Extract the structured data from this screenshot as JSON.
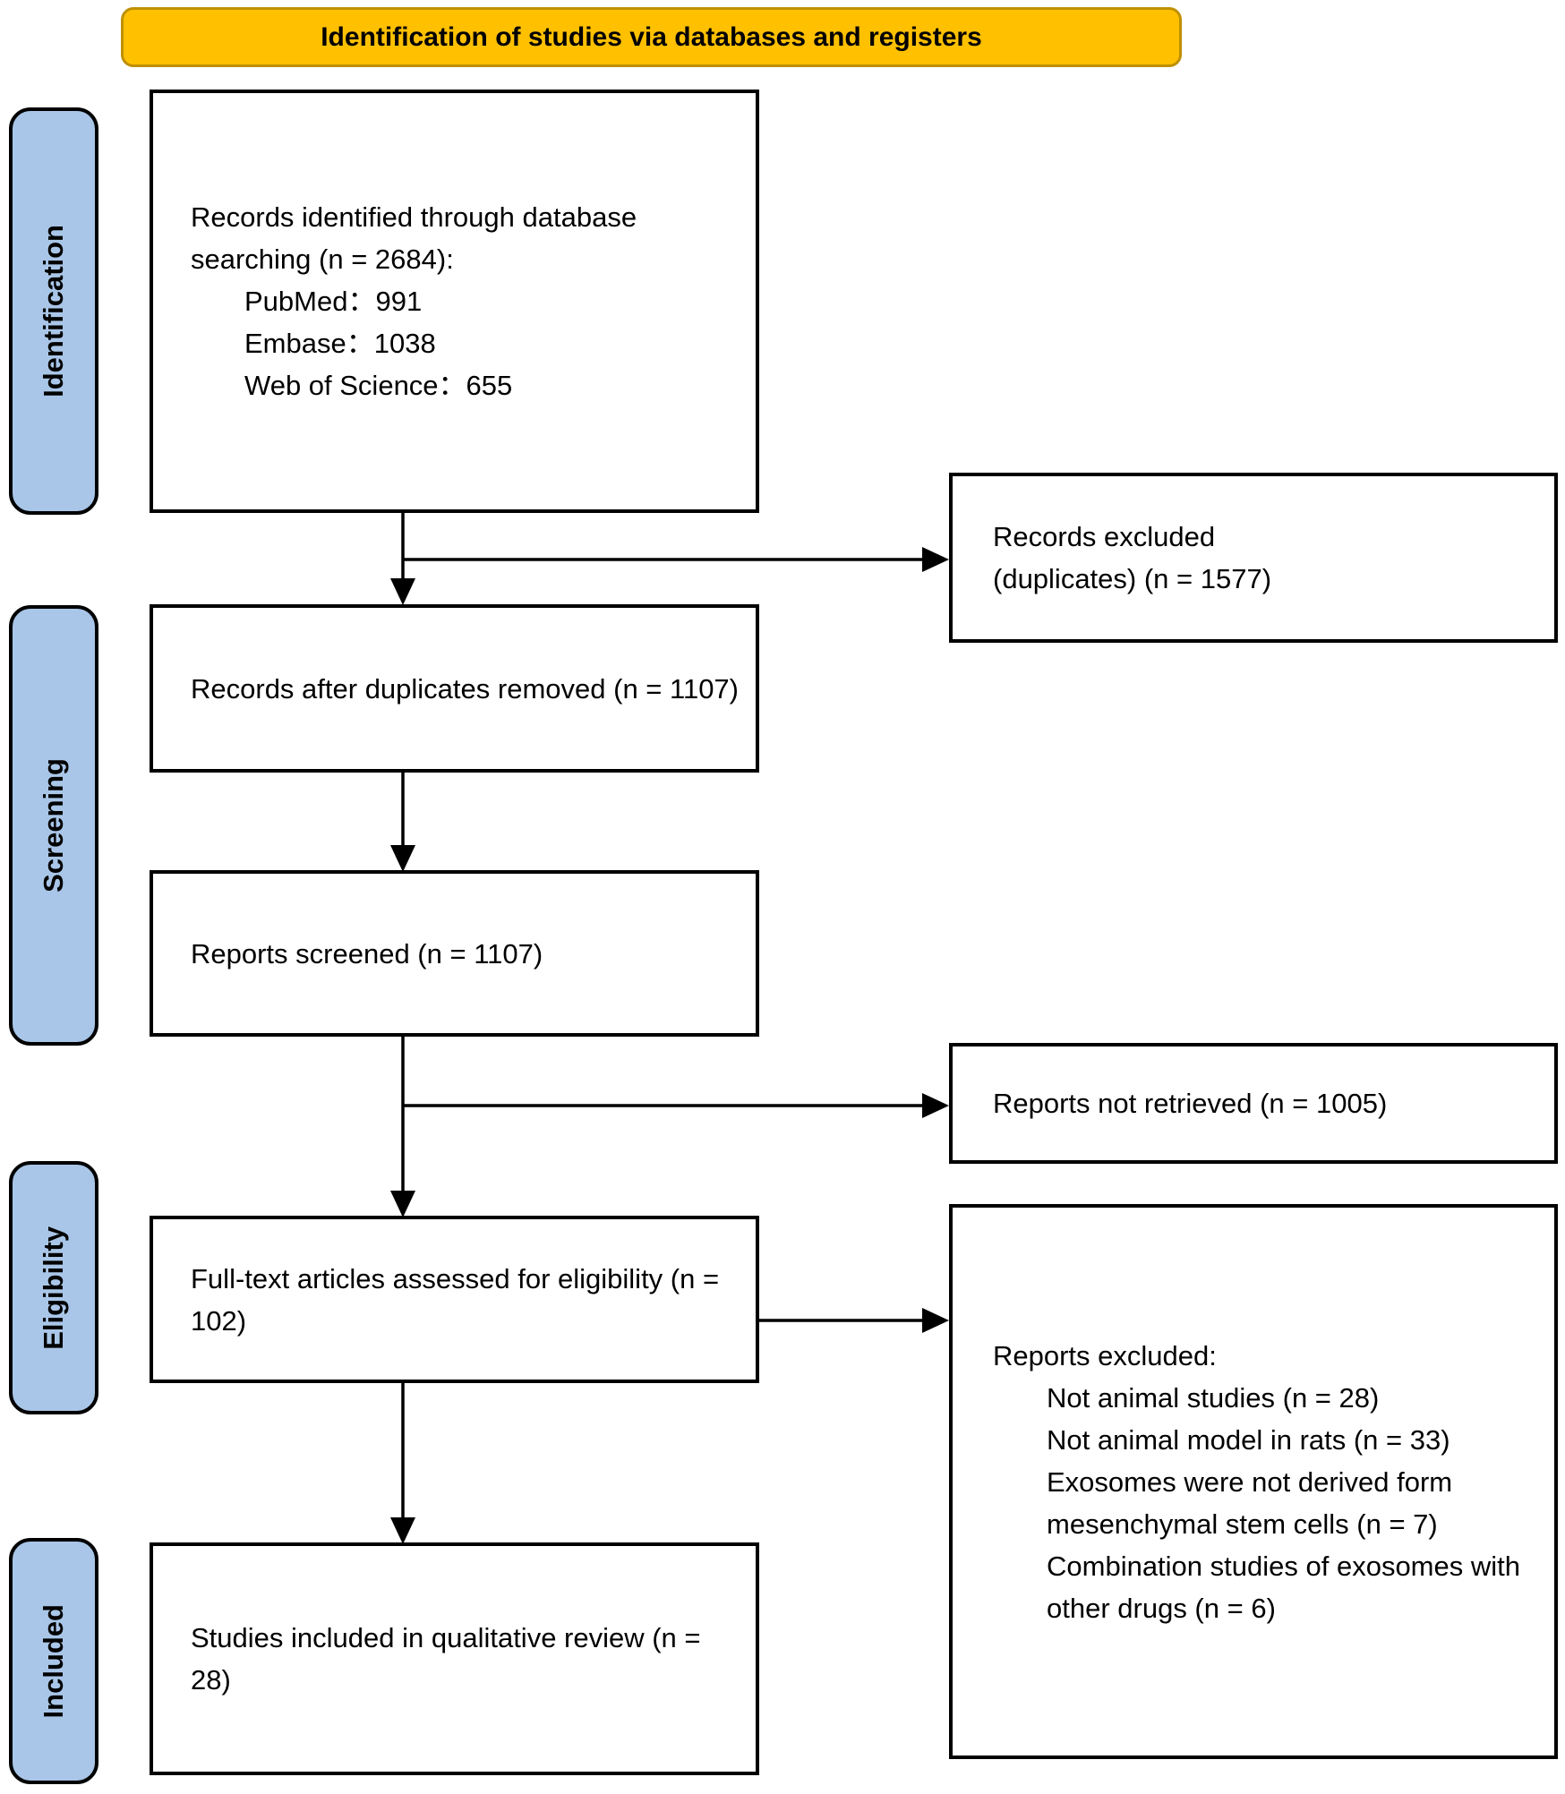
{
  "title": "Identification of studies via databases and registers",
  "colors": {
    "banner_fill": "#FFC000",
    "banner_border": "#BF9000",
    "stage_fill": "#A9C6E8",
    "box_border": "#000000",
    "text": "#000000"
  },
  "stages": [
    {
      "label": "Identification"
    },
    {
      "label": "Screening"
    },
    {
      "label": "Eligibility"
    },
    {
      "label": "Included"
    }
  ],
  "flow": [
    {
      "name": "records-identified",
      "lines": [
        "Records identified through database searching (n = 2684):",
        "PubMed：991",
        "Embase：1038",
        "Web of Science：655"
      ]
    },
    {
      "name": "after-duplicates",
      "text": "Records after duplicates removed (n = 1107)"
    },
    {
      "name": "reports-screened",
      "text": "Reports screened (n = 1107)"
    },
    {
      "name": "fulltext-assessed",
      "text": "Full-text articles assessed for eligibility (n = 102)"
    },
    {
      "name": "studies-included",
      "text": "Studies included in qualitative review (n = 28)"
    }
  ],
  "exclusions": [
    {
      "name": "records-excluded-duplicates",
      "lines": [
        "Records excluded",
        "(duplicates) (n = 1577)"
      ]
    },
    {
      "name": "reports-not-retrieved",
      "text": "Reports not retrieved (n = 1005)"
    },
    {
      "name": "reports-excluded",
      "title": "Reports excluded:",
      "items": [
        "Not animal studies (n = 28)",
        "Not animal model in rats (n = 33)",
        "Exosomes were not derived form mesenchymal stem cells (n = 7)",
        "Combination studies of exosomes with other drugs (n = 6)"
      ]
    }
  ]
}
